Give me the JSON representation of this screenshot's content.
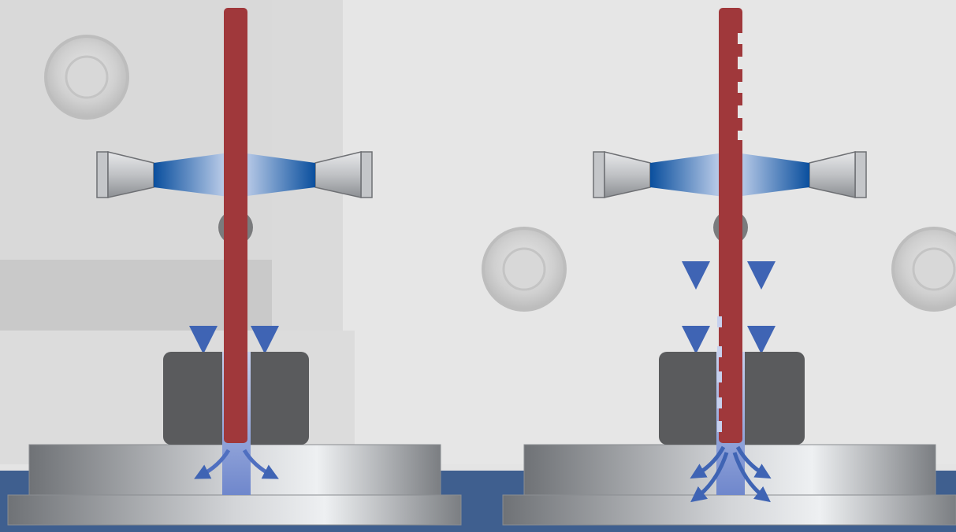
{
  "diagram": {
    "panels": [
      {
        "id": "left",
        "tool_condition": "intact"
      },
      {
        "id": "right",
        "tool_condition": "damaged"
      }
    ],
    "colors": {
      "background": "#e6e6e6",
      "base_band": "#3f5f8f",
      "tool": "#a0383b",
      "holder": "#5a5b5d",
      "flow": "#3f64b4",
      "beam": "#0a4f9e"
    }
  }
}
